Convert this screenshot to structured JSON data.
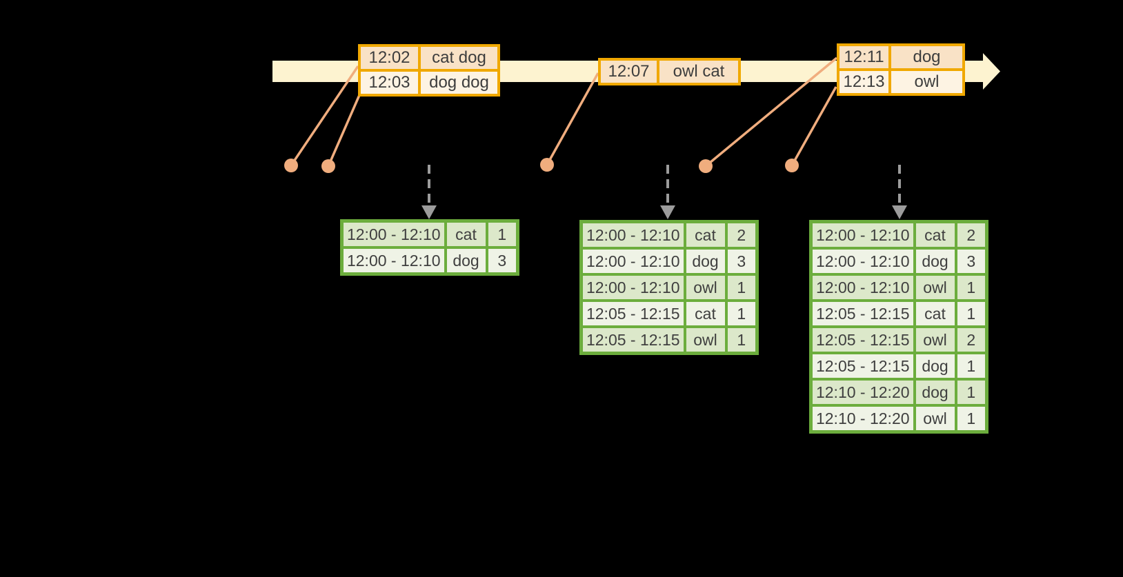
{
  "event_tables": [
    {
      "rows": [
        {
          "time": "12:02",
          "words": "cat dog"
        },
        {
          "time": "12:03",
          "words": "dog dog"
        }
      ]
    },
    {
      "rows": [
        {
          "time": "12:07",
          "words": "owl cat"
        }
      ]
    },
    {
      "rows": [
        {
          "time": "12:11",
          "words": "dog"
        },
        {
          "time": "12:13",
          "words": "owl"
        }
      ]
    }
  ],
  "result_tables": [
    {
      "rows": [
        {
          "window": "12:00 - 12:10",
          "word": "cat",
          "count": "1"
        },
        {
          "window": "12:00 - 12:10",
          "word": "dog",
          "count": "3"
        }
      ]
    },
    {
      "rows": [
        {
          "window": "12:00 - 12:10",
          "word": "cat",
          "count": "2"
        },
        {
          "window": "12:00 - 12:10",
          "word": "dog",
          "count": "3"
        },
        {
          "window": "12:00 - 12:10",
          "word": "owl",
          "count": "1"
        },
        {
          "window": "12:05 - 12:15",
          "word": "cat",
          "count": "1"
        },
        {
          "window": "12:05 - 12:15",
          "word": "owl",
          "count": "1"
        }
      ]
    },
    {
      "rows": [
        {
          "window": "12:00 - 12:10",
          "word": "cat",
          "count": "2"
        },
        {
          "window": "12:00 - 12:10",
          "word": "dog",
          "count": "3"
        },
        {
          "window": "12:00 - 12:10",
          "word": "owl",
          "count": "1"
        },
        {
          "window": "12:05 - 12:15",
          "word": "cat",
          "count": "1"
        },
        {
          "window": "12:05 - 12:15",
          "word": "owl",
          "count": "2"
        },
        {
          "window": "12:05 - 12:15",
          "word": "dog",
          "count": "1"
        },
        {
          "window": "12:10 - 12:20",
          "word": "dog",
          "count": "1"
        },
        {
          "window": "12:10 - 12:20",
          "word": "owl",
          "count": "1"
        }
      ]
    }
  ],
  "colors": {
    "background": "#000000",
    "timeline_fill": "#fdf3d0",
    "event_border": "#f0a800",
    "event_row_peach": "#f9e2c6",
    "event_row_cream": "#fdf3e3",
    "event_row_mid": "#fcecd6",
    "connector": "#f0ad7e",
    "trigger_arrow": "#9c9c9c",
    "result_border": "#6cad3d",
    "result_row_dark": "#dce8ca",
    "result_row_light": "#eff3e6",
    "text": "#3d3d3d"
  }
}
